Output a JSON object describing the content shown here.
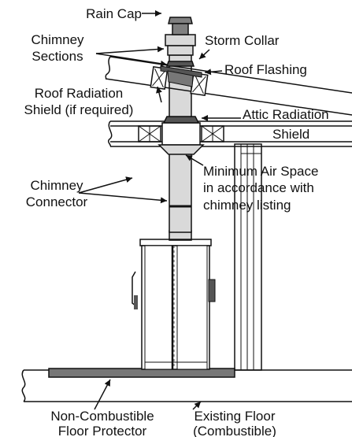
{
  "labels": {
    "rain_cap": "Rain Cap",
    "chimney_sections_1": "Chimney",
    "chimney_sections_2": "Sections",
    "storm_collar": "Storm Collar",
    "roof_flashing": "Roof Flashing",
    "roof_radiation_1": "Roof Radiation",
    "roof_radiation_2": "Shield (if required)",
    "attic_radiation_1": "Attic Radiation",
    "attic_radiation_2": "Shield",
    "min_air_1": "Minimum Air Space",
    "min_air_2": "in accordance with",
    "min_air_3": "chimney listing",
    "connector_1": "Chimney",
    "connector_2": "Connector",
    "floor_protector_1": "Non-Combustible",
    "floor_protector_2": "Floor Protector",
    "existing_floor_1": "Existing Floor",
    "existing_floor_2": "(Combustible)"
  },
  "colors": {
    "line": "#111111",
    "pipe": "#d9d9d9",
    "cap": "#808080",
    "dark": "#555555",
    "protector": "#777777"
  }
}
